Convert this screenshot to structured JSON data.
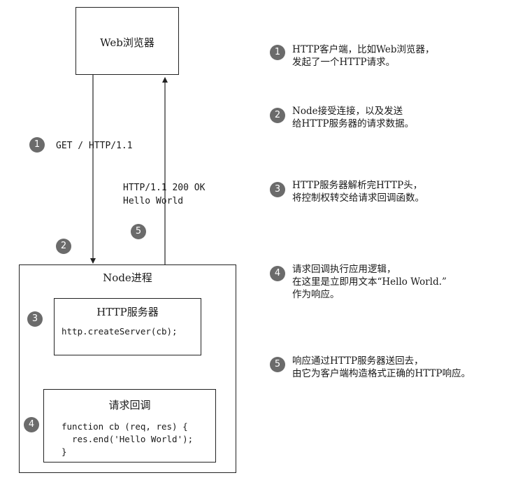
{
  "browser_box": {
    "title": "Web浏览器"
  },
  "node_box": {
    "title": "Node进程"
  },
  "http_server_box": {
    "title": "HTTP服务器",
    "code": "http.createServer(cb);"
  },
  "callback_box": {
    "title": "请求回调",
    "code_lines": [
      "function cb (req, res) {",
      "  res.end('Hello World');",
      "}"
    ]
  },
  "request_label": "GET / HTTP/1.1",
  "response_label": [
    "HTTP/1.1 200 OK",
    "Hello World"
  ],
  "badges": {
    "b1": "1",
    "b2": "2",
    "b3": "3",
    "b4": "4",
    "b5": "5"
  },
  "notes": [
    {
      "num": "1",
      "lines": [
        "HTTP客户端，比如Web浏览器，",
        "发起了一个HTTP请求。"
      ]
    },
    {
      "num": "2",
      "lines": [
        "Node接受连接，以及发送",
        "给HTTP服务器的请求数据。"
      ]
    },
    {
      "num": "3",
      "lines": [
        "HTTP服务器解析完HTTP头，",
        "将控制权转交给请求回调函数。"
      ]
    },
    {
      "num": "4",
      "lines": [
        "请求回调执行应用逻辑，",
        "在这里是立即用文本“Hello World.”",
        "作为响应。"
      ]
    },
    {
      "num": "5",
      "lines": [
        "响应通过HTTP服务器送回去，",
        "由它为客户端构造格式正确的HTTP响应。"
      ]
    }
  ],
  "colors": {
    "badge": "#6b6b6b",
    "line": "#222222"
  }
}
